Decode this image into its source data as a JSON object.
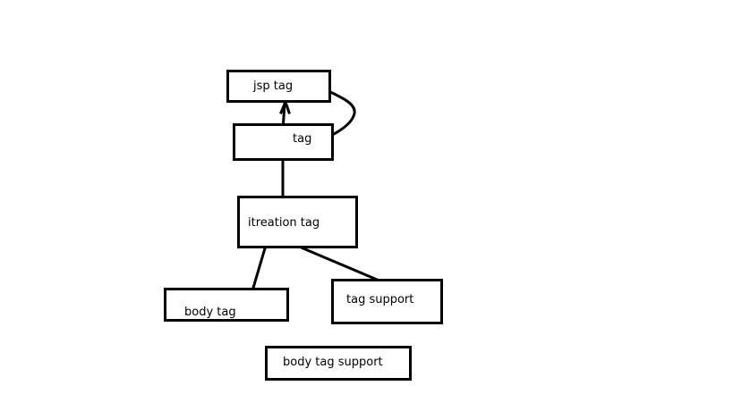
{
  "diagram": {
    "nodes": {
      "jsp_tag": "jsp tag",
      "tag": "tag",
      "iteration_tag": "itreation tag",
      "body_tag": "body tag",
      "tag_support": "tag support",
      "body_tag_support": "body tag support"
    }
  },
  "colors": {
    "background": "#ffffff",
    "stroke": "#000000",
    "text": "#000000"
  }
}
